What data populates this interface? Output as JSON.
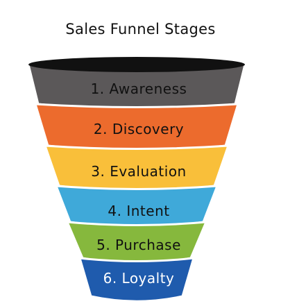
{
  "title": "Sales Funnel Stages",
  "rim_color": "#111111",
  "outline_color": "#ffffff",
  "stages": [
    {
      "label": "1. Awareness",
      "color": "#5b5859",
      "text_color": "#111111"
    },
    {
      "label": "2. Discovery",
      "color": "#ec6b2d",
      "text_color": "#111111"
    },
    {
      "label": "3. Evaluation",
      "color": "#f9bf3a",
      "text_color": "#111111"
    },
    {
      "label": "4. Intent",
      "color": "#3fa9d9",
      "text_color": "#111111"
    },
    {
      "label": "5. Purchase",
      "color": "#86b83d",
      "text_color": "#111111"
    },
    {
      "label": "6. Loyalty",
      "color": "#1f5bad",
      "text_color": "#ffffff"
    }
  ]
}
